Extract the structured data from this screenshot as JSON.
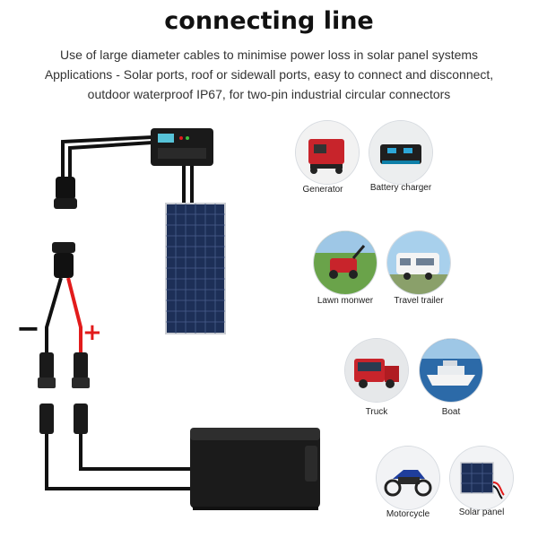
{
  "title": "connecting line",
  "description": [
    "Use of large diameter cables to minimise power loss in solar panel systems",
    "Applications - Solar ports, roof or sidewall ports, easy to connect and disconnect,",
    "outdoor waterproof IP67, for two-pin industrial circular connectors"
  ],
  "polarity": {
    "negative": "−",
    "positive": "+"
  },
  "applications": [
    {
      "label": "Generator",
      "icon": "generator-icon"
    },
    {
      "label": "Battery charger",
      "icon": "battery-charger-icon"
    },
    {
      "label": "Lawn monwer",
      "icon": "lawn-mower-icon"
    },
    {
      "label": "Travel trailer",
      "icon": "travel-trailer-icon"
    },
    {
      "label": "Truck",
      "icon": "truck-icon"
    },
    {
      "label": "Boat",
      "icon": "boat-icon"
    },
    {
      "label": "Motorcycle",
      "icon": "motorcycle-icon"
    },
    {
      "label": "Solar panel",
      "icon": "solar-panel-icon"
    }
  ],
  "colors": {
    "negative_wire": "#111111",
    "positive_wire": "#e21b1b",
    "solar_panel": "#1d2f57",
    "battery": "#1b1b1b"
  }
}
